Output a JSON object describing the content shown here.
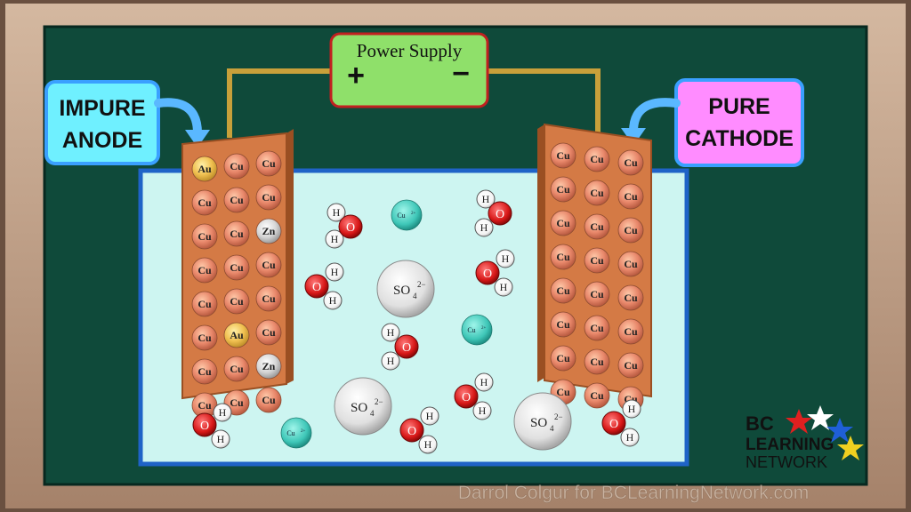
{
  "power_supply": {
    "title": "Power Supply",
    "plus": "+",
    "minus": "−"
  },
  "anode_label": {
    "line1": "IMPURE",
    "line2": "ANODE"
  },
  "cathode_label": {
    "line1": "PURE",
    "line2": "CATHODE"
  },
  "anode_atoms": [
    [
      "Au",
      "Cu",
      "Cu"
    ],
    [
      "Cu",
      "Cu",
      "Cu"
    ],
    [
      "Cu",
      "Cu",
      "Zn"
    ],
    [
      "Cu",
      "Cu",
      "Cu"
    ],
    [
      "Cu",
      "Cu",
      "Cu"
    ],
    [
      "Cu",
      "Au",
      "Cu"
    ],
    [
      "Cu",
      "Cu",
      "Zn"
    ],
    [
      "Cu",
      "Cu",
      "Cu"
    ]
  ],
  "cathode_atoms": [
    [
      "Cu",
      "Cu",
      "Cu"
    ],
    [
      "Cu",
      "Cu",
      "Cu"
    ],
    [
      "Cu",
      "Cu",
      "Cu"
    ],
    [
      "Cu",
      "Cu",
      "Cu"
    ],
    [
      "Cu",
      "Cu",
      "Cu"
    ],
    [
      "Cu",
      "Cu",
      "Cu"
    ],
    [
      "Cu",
      "Cu",
      "Cu"
    ],
    [
      "Cu",
      "Cu",
      "Cu"
    ]
  ],
  "ions": {
    "sulfate": "SO",
    "sulfate_sub": "4",
    "sulfate_sup": "2−",
    "copper": "Cu",
    "copper_sup": "2+",
    "water_h": "H",
    "water_o": "O"
  },
  "logo": {
    "line1": "BC",
    "line2": "LEARNING",
    "line3": "NETWORK"
  },
  "watermark": "Darrol Colgur for BCLearningNetwork.com",
  "colors": {
    "board": "#0f4a3a",
    "frame": "#b8957a",
    "solution": "#cdf5f1",
    "container": "#1f63c7",
    "electrode": "#d47a45",
    "power_fill": "#8fe06a",
    "anode_box": "#6ff0ff",
    "cathode_box": "#ff8cff"
  }
}
